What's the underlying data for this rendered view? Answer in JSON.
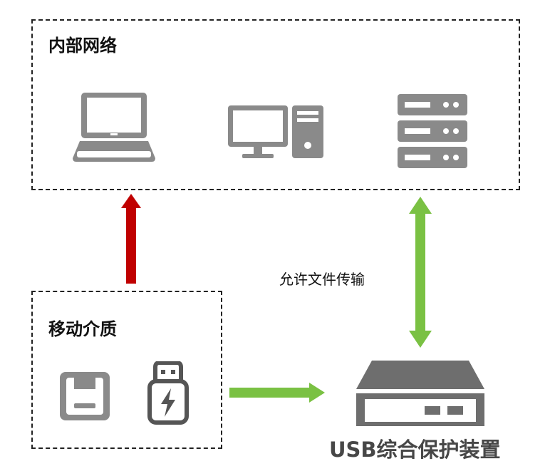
{
  "internal_network": {
    "title": "内部网络",
    "devices": [
      "laptop-icon",
      "desktop-computer-icon",
      "server-icon"
    ]
  },
  "removable_media": {
    "title": "移动介质",
    "devices": [
      "floppy-disk-icon",
      "usb-drive-icon"
    ]
  },
  "transfer_label": "允许文件传输",
  "device": {
    "label": "USB综合保护装置",
    "icon": "usb-protection-device-icon"
  },
  "colors": {
    "blocked_arrow": "#c00000",
    "allowed_arrow": "#7ac143",
    "icon_gray": "#8a8a8a",
    "device_gray": "#6e6e6e"
  }
}
